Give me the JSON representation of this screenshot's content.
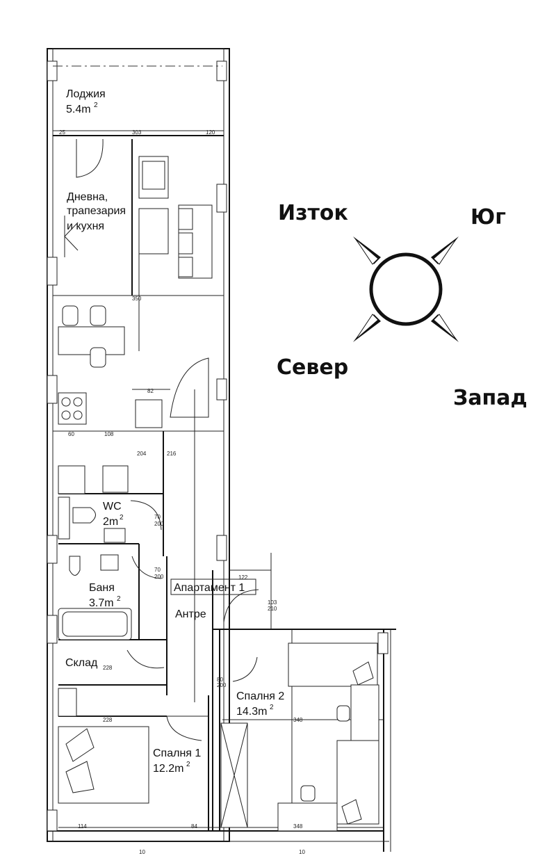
{
  "rooms": {
    "loggia": {
      "name": "Лоджия",
      "area": "5.4m",
      "sup": "2"
    },
    "living": {
      "line1": "Дневна,",
      "line2": "трапезария",
      "line3": "и кухня"
    },
    "wc": {
      "name": "WC",
      "area": "2m",
      "sup": "2"
    },
    "bath": {
      "name": "Баня",
      "area": "3.7m",
      "sup": "2"
    },
    "apartment": {
      "name": "Апартамент 1"
    },
    "hall": {
      "name": "Антре"
    },
    "storage": {
      "name": "Склад"
    },
    "bedroom1": {
      "name": "Спалня 1",
      "area": "12.2m",
      "sup": "2"
    },
    "bedroom2": {
      "name": "Спалня 2",
      "area": "14.3m",
      "sup": "2"
    }
  },
  "compass": {
    "east": "Изток",
    "south": "Юг",
    "north": "Север",
    "west": "Запад"
  },
  "dimensions": {
    "d25": "25",
    "d303": "303",
    "d120": "120",
    "d350": "350",
    "d82": "82",
    "d60": "60",
    "d108": "108",
    "d204": "204",
    "d216": "216",
    "d70a": "70",
    "d200a": "200",
    "d70b": "70",
    "d200b": "200",
    "d122": "122",
    "d103": "103",
    "d210": "210",
    "d228a": "228",
    "d228b": "228",
    "d348a": "348",
    "d114": "114",
    "d84": "84",
    "d348b": "348",
    "d80": "80",
    "d200c": "200",
    "d10a": "10",
    "d10b": "10"
  }
}
